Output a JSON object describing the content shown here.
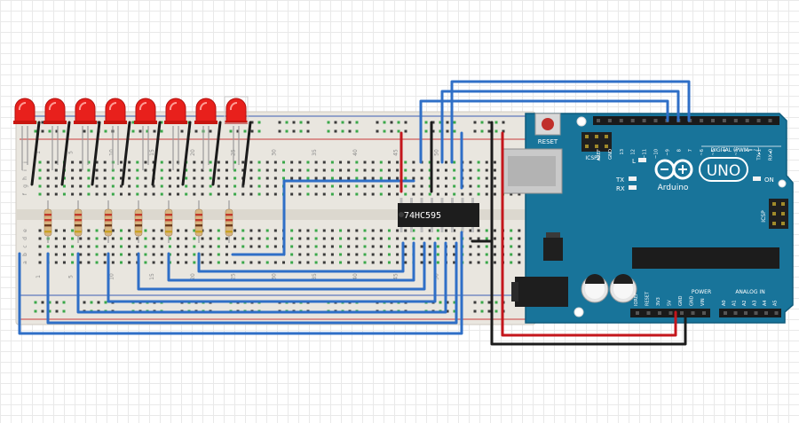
{
  "ic": {
    "label": "74HC595"
  },
  "arduino": {
    "reset_label": "RESET",
    "brand": "Arduino",
    "model": "UNO",
    "icsp2_label": "ICSP2",
    "icsp_label": "ICSP",
    "on_label": "ON",
    "l_label": "L",
    "tx_label": "TX",
    "rx_label": "RX",
    "digital_label": "DIGITAL (PWM=~)",
    "power_label": "POWER",
    "analog_label": "ANALOG IN",
    "top_headers": [
      "AREF",
      "GND",
      "13",
      "12",
      "~11",
      "~10",
      "~9",
      "8",
      "7",
      "~6",
      "~5",
      "4",
      "~3",
      "2",
      "TX▸1",
      "RX◂0"
    ],
    "power_headers": [
      "IOREF",
      "RESET",
      "3V3",
      "5V",
      "GND",
      "GND",
      "VIN"
    ],
    "analog_headers": [
      "A0",
      "A1",
      "A2",
      "A3",
      "A4",
      "A5"
    ]
  },
  "breadboard": {
    "column_numbers": [
      "1",
      "5",
      "10",
      "15",
      "20",
      "25",
      "30",
      "35",
      "40",
      "45",
      "50"
    ],
    "row_letters_top": [
      "j",
      "i",
      "h",
      "g",
      "f"
    ],
    "row_letters_bottom": [
      "e",
      "d",
      "c",
      "b",
      "a"
    ]
  },
  "leds": {
    "count": 8,
    "color": "#e8201c"
  },
  "wire_colors": {
    "blue": "#2f6fc7",
    "red": "#c4161c",
    "black": "#1b1b1b"
  },
  "board_color": "#18749a"
}
